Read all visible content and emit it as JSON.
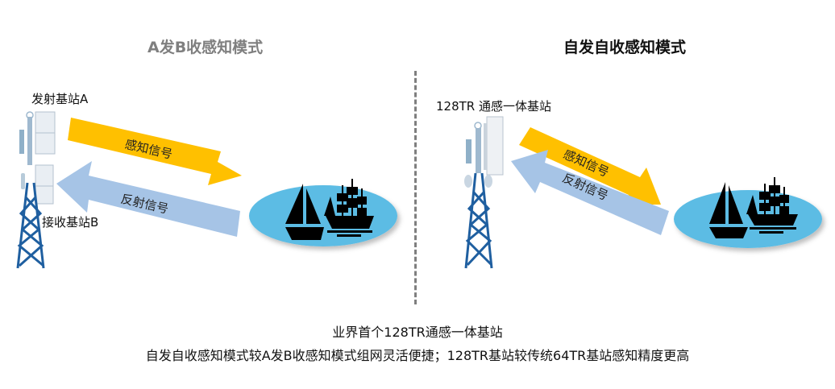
{
  "left_panel": {
    "title": "A发B收感知模式",
    "tx_station_label": "发射基站A",
    "rx_station_label": "接收基站B",
    "sensing_signal_label": "感知信号",
    "reflected_signal_label": "反射信号"
  },
  "right_panel": {
    "title": "自发自收感知模式",
    "station_label": "128TR 通感一体基站",
    "sensing_signal_label": "感知信号",
    "reflected_signal_label": "反射信号"
  },
  "captions": {
    "line1": "业界首个128TR通感一体基站",
    "line2": "自发自收感知模式较A发B收感知模式组网灵活便捷；128TR基站较传统64TR基站感知精度更高"
  },
  "colors": {
    "sensing_arrow": "#ffc000",
    "reflected_arrow": "#a6c4e6",
    "water": "#5bbce4",
    "tower": "#1f5fa0",
    "left_title": "#7f7f7f",
    "right_title": "#111111",
    "divider": "#7f7f7f"
  },
  "icons": {
    "tower": "cell-tower-icon",
    "ship": "sailing-ship-icon",
    "sailboat": "sailboat-icon"
  }
}
